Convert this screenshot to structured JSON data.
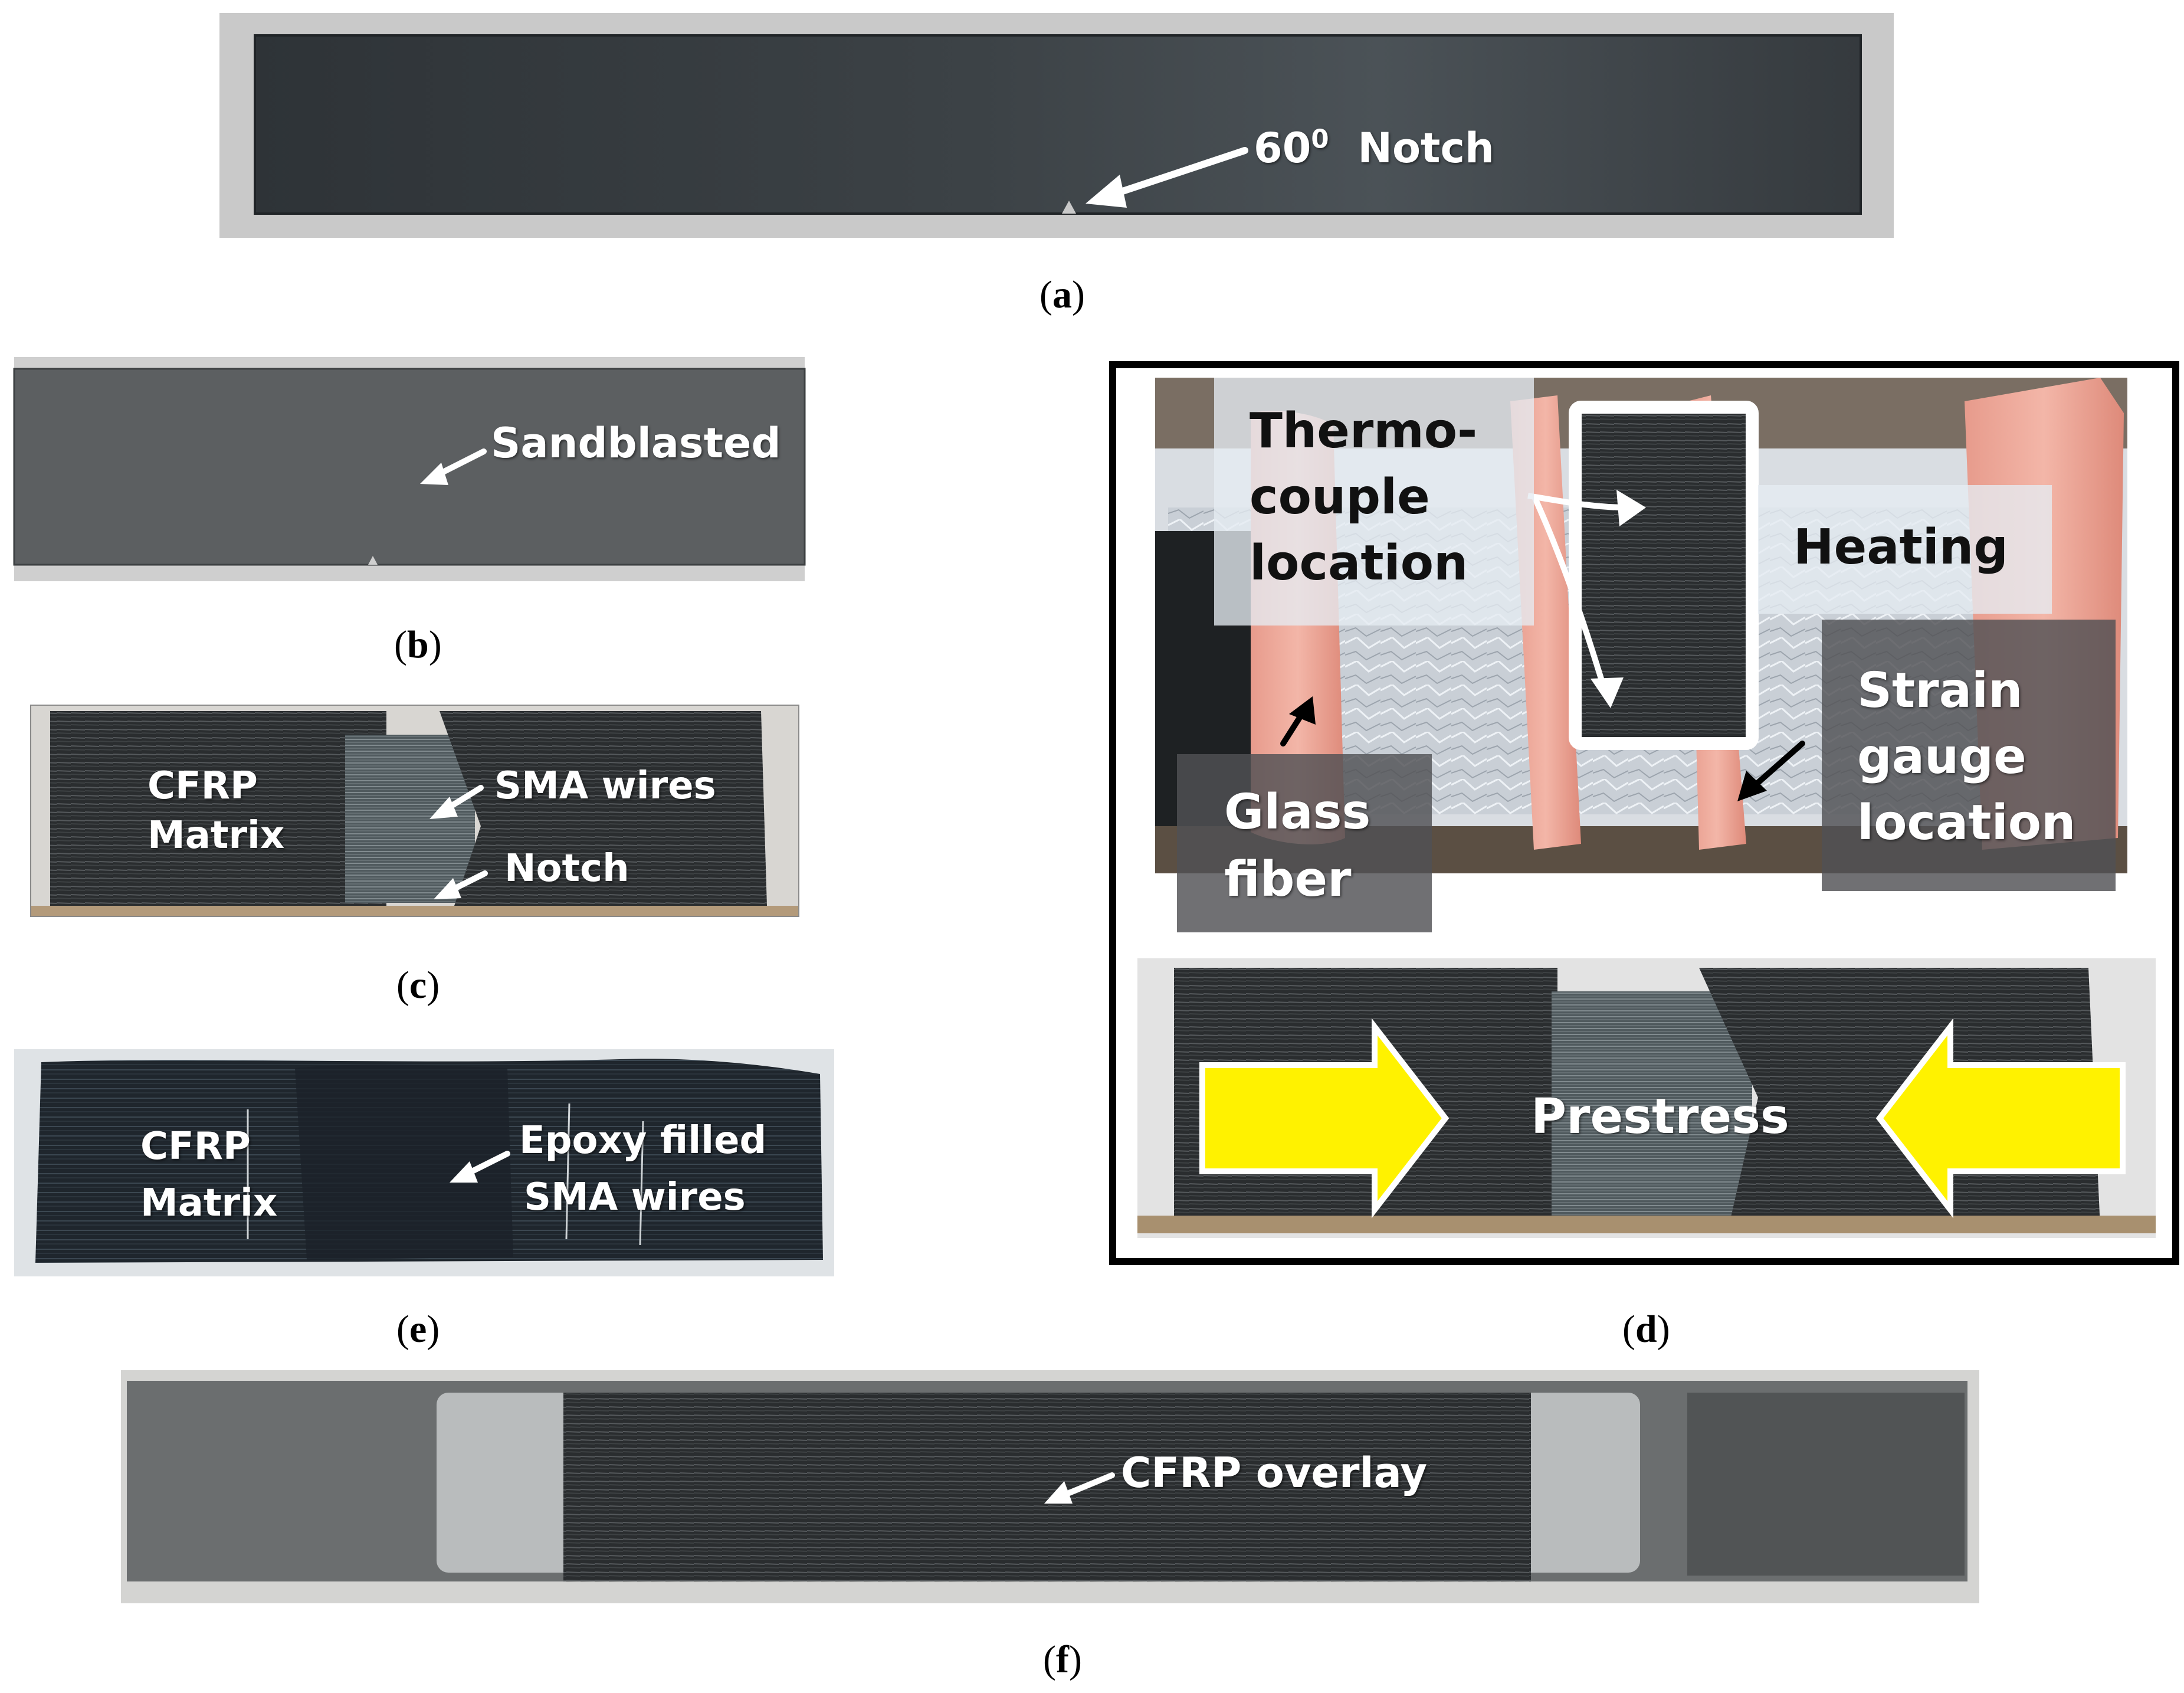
{
  "panels": {
    "a": {
      "caption_letter": "a",
      "label": "60",
      "label_sup": "0",
      "label_rest": "Notch"
    },
    "b": {
      "caption_letter": "b",
      "label": "Sandblasted"
    },
    "c": {
      "caption_letter": "c",
      "label_matrix_line1": "CFRP",
      "label_matrix_line2": "Matrix",
      "label_sma": "SMA wires",
      "label_notch": "Notch"
    },
    "d": {
      "caption_letter": "d",
      "label_thermo_line1": "Thermo-",
      "label_thermo_line2": "couple",
      "label_thermo_line3": "location",
      "label_heating": "Heating",
      "label_strain_line1": "Strain",
      "label_strain_line2": "gauge",
      "label_strain_line3": "location",
      "label_glass_line1": "Glass",
      "label_glass_line2": "fiber",
      "label_prestress": "Prestress",
      "arrow_color": "#fff200"
    },
    "e": {
      "caption_letter": "e",
      "label_matrix_line1": "CFRP",
      "label_matrix_line2": "Matrix",
      "label_epoxy_line1": "Epoxy filled",
      "label_epoxy_line2": "SMA wires"
    },
    "f": {
      "caption_letter": "f",
      "label": "CFRP overlay"
    }
  }
}
